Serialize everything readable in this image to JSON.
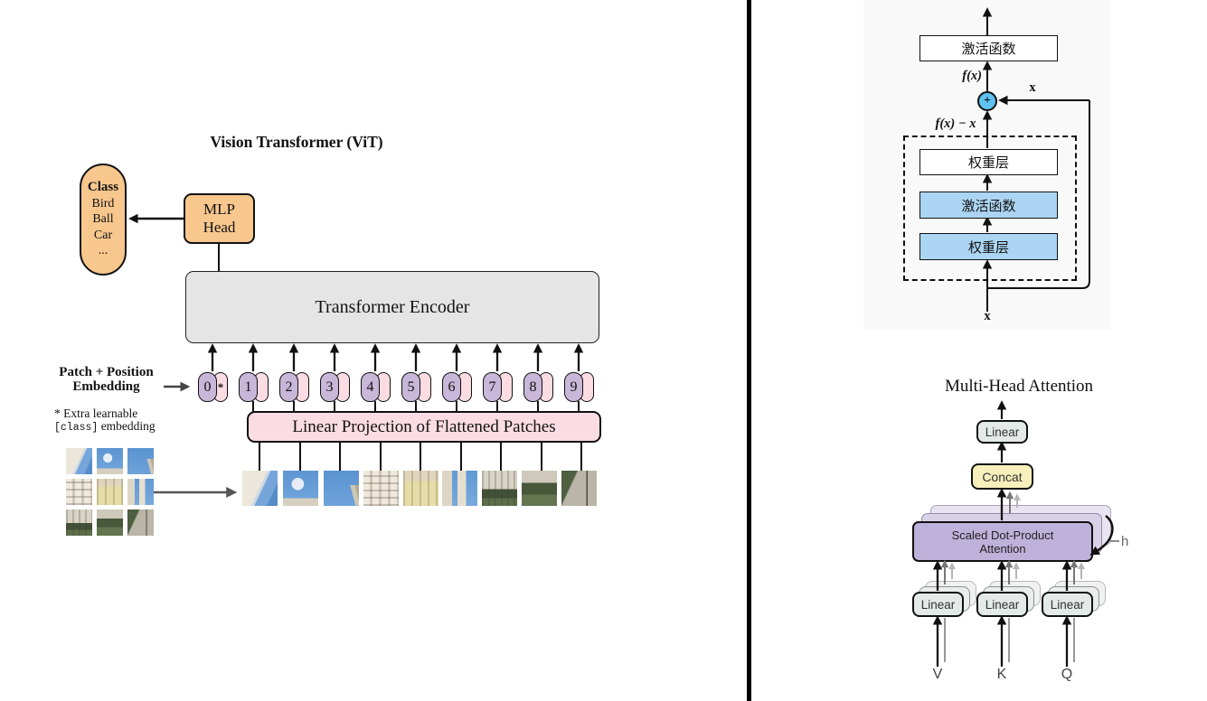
{
  "vit": {
    "title": "Vision Transformer (ViT)",
    "class_capsule": {
      "heading": "Class",
      "items": [
        "Bird",
        "Ball",
        "Car",
        "..."
      ]
    },
    "mlp_head": {
      "line1": "MLP",
      "line2": "Head"
    },
    "encoder_label": "Transformer Encoder",
    "embedding_label": {
      "line1": "Patch + Position",
      "line2": "Embedding"
    },
    "footnote": {
      "line1": "* Extra learnable",
      "class_token": "[class]",
      "line2": " embedding"
    },
    "linear_projection_label": "Linear Projection of Flattened Patches",
    "tokens": [
      {
        "index": "0",
        "star": "*"
      },
      {
        "index": "1",
        "star": ""
      },
      {
        "index": "2",
        "star": ""
      },
      {
        "index": "3",
        "star": ""
      },
      {
        "index": "4",
        "star": ""
      },
      {
        "index": "5",
        "star": ""
      },
      {
        "index": "6",
        "star": ""
      },
      {
        "index": "7",
        "star": ""
      },
      {
        "index": "8",
        "star": ""
      },
      {
        "index": "9",
        "star": ""
      }
    ],
    "patch_kinds": [
      "dome-sky",
      "sky-tower",
      "sky-spire",
      "facade-white",
      "facade-yellow",
      "tower-sky",
      "building-hedge",
      "hedge-green",
      "path-green"
    ],
    "colors": {
      "node_orange": "#f8c78e",
      "encoder_gray": "#e5e5e5",
      "embed_pink": "#fbdce3",
      "token_purple": "#c8b7d8"
    }
  },
  "residual": {
    "top_box": "激活函数",
    "inner_boxes": [
      "权重层",
      "激活函数",
      "权重层"
    ],
    "labels": {
      "fx": "f(x)",
      "x_top": "x",
      "fx_minus_x": "f(x) − x",
      "x_bottom": "x",
      "plus": "+"
    },
    "colors": {
      "block_blue": "#abd5f2",
      "plus_blue": "#60c2f1",
      "panel_bg": "#f9f9f9"
    }
  },
  "mha": {
    "title": "Multi-Head Attention",
    "linear_label": "Linear",
    "concat_label": "Concat",
    "attention_line1": "Scaled Dot-Product",
    "attention_line2": "Attention",
    "h_label": "h",
    "inputs": [
      "V",
      "K",
      "Q"
    ],
    "colors": {
      "attention_purple": "#beb1da",
      "concat_yellow": "#f7f0bc",
      "linear_gray": "#e3eae7"
    }
  }
}
